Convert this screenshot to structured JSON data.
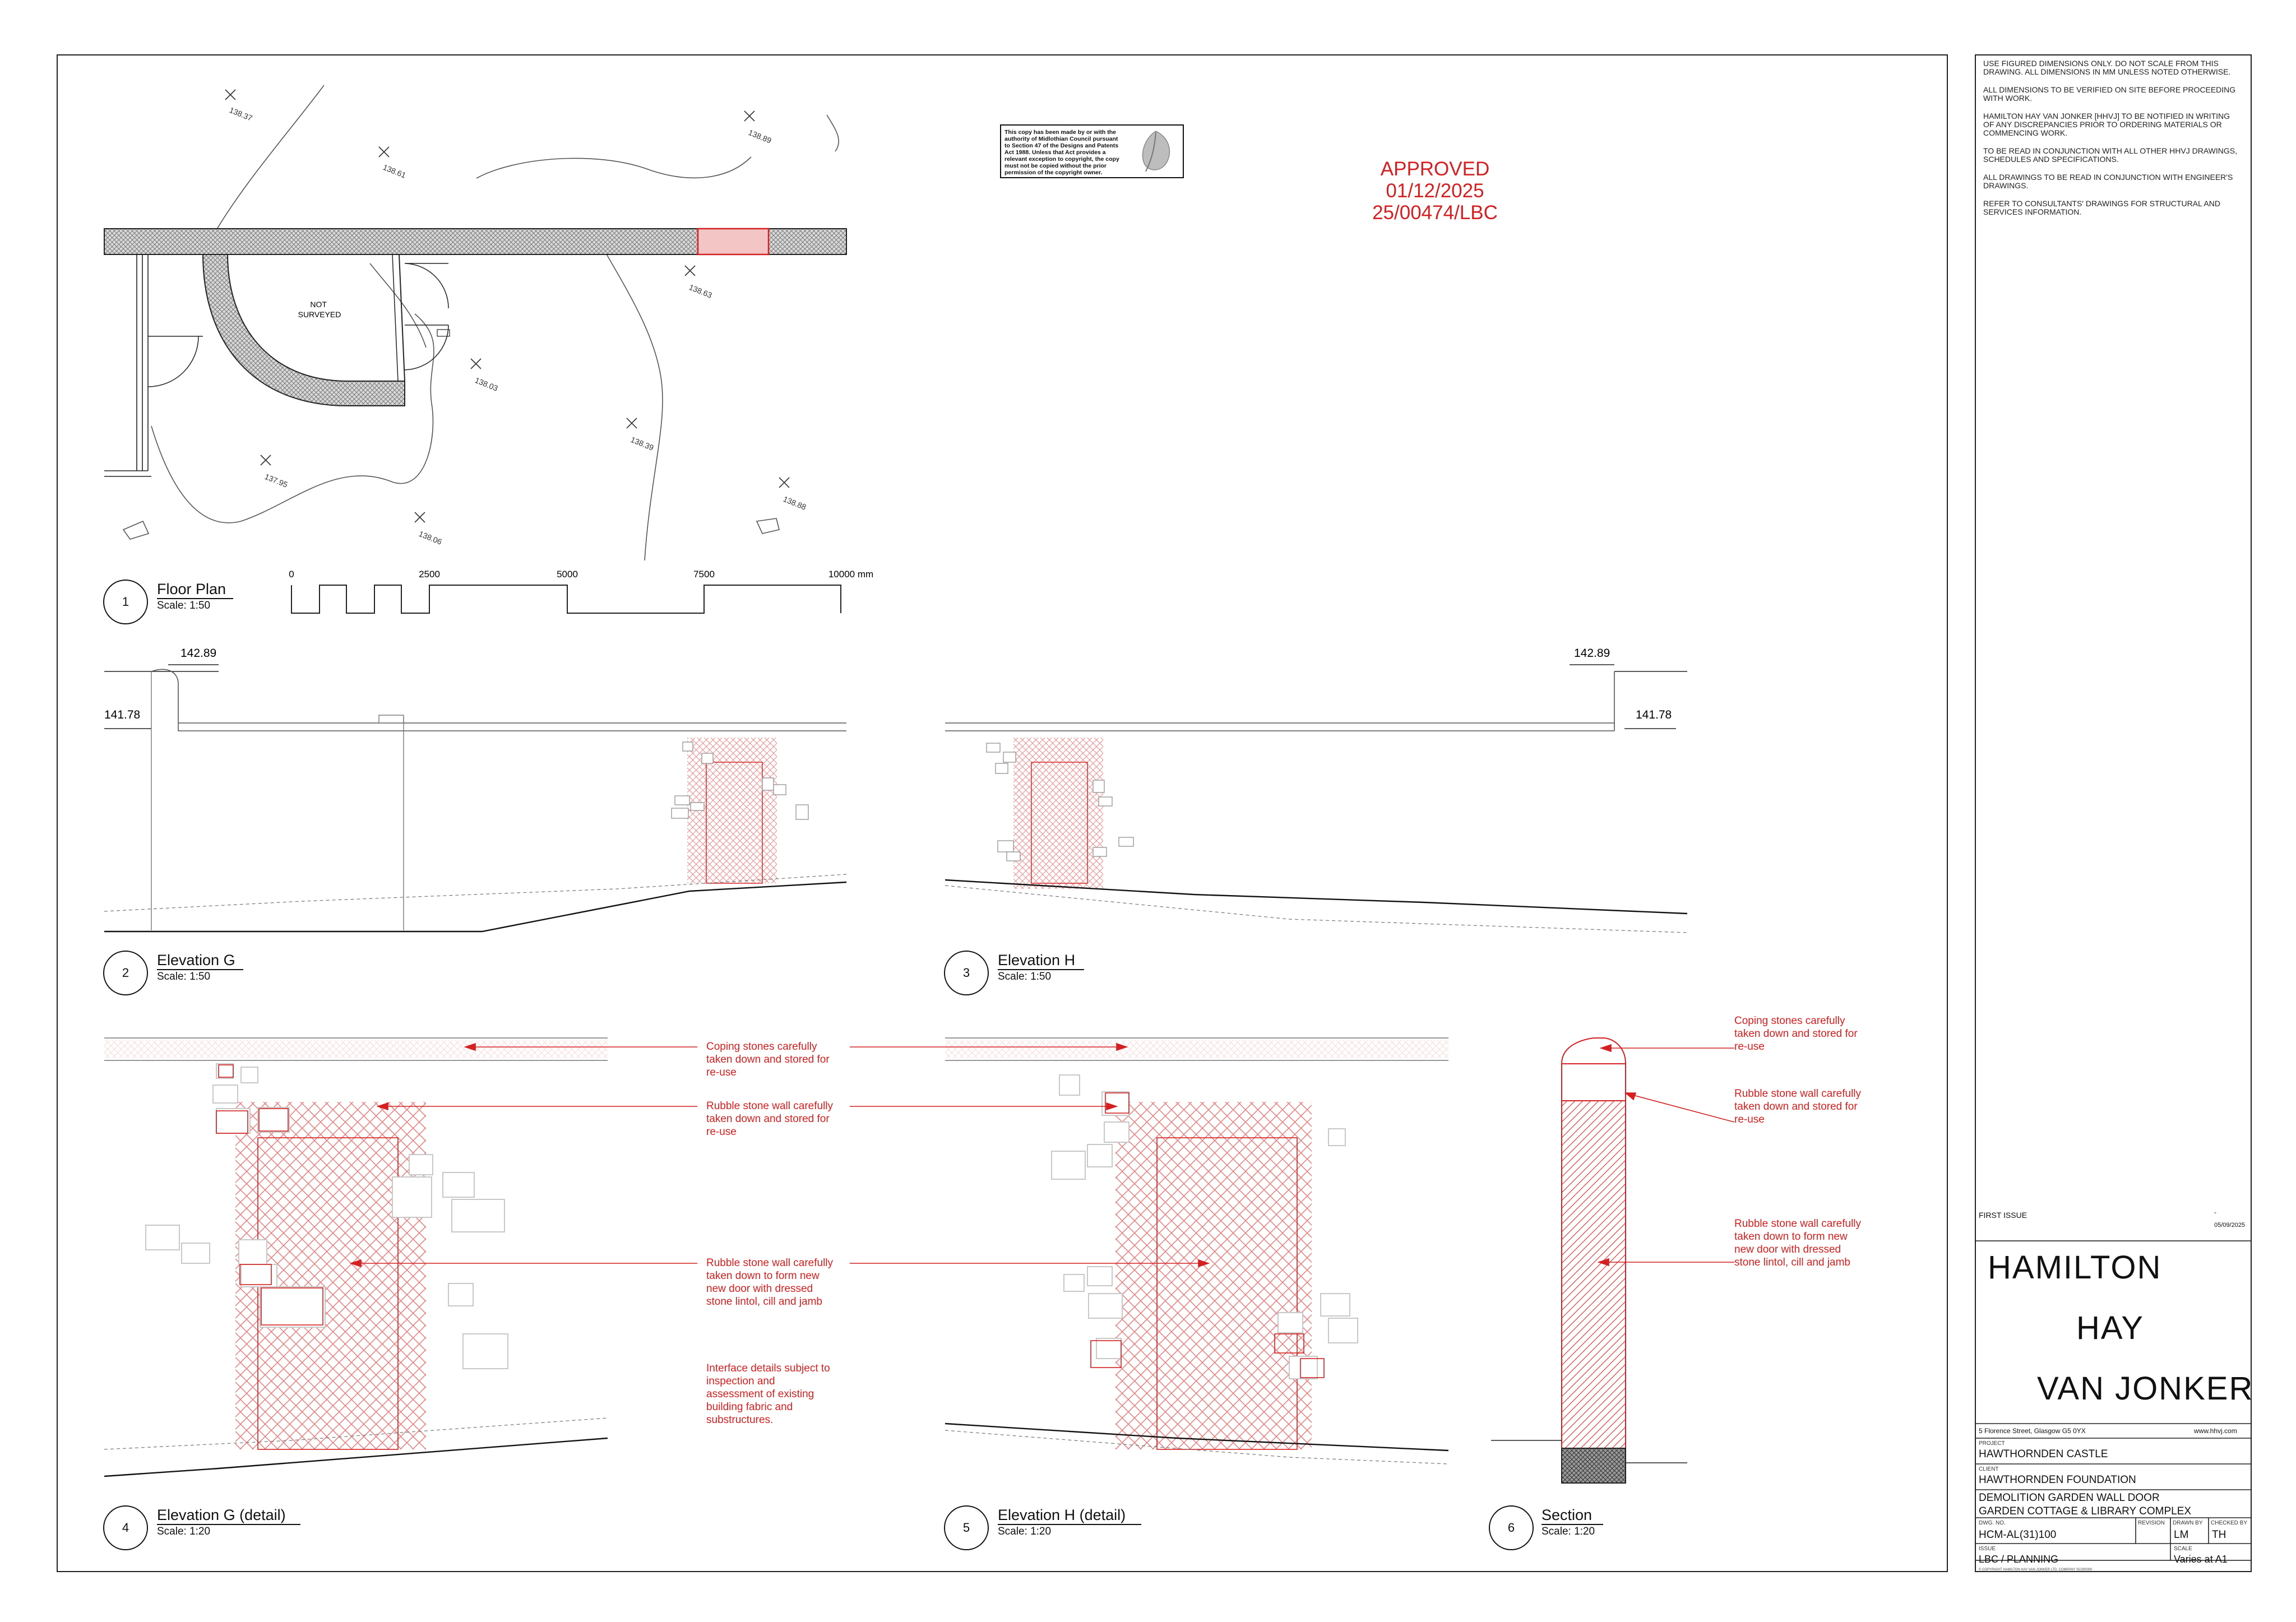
{
  "notes": [
    "USE FIGURED DIMENSIONS ONLY. DO NOT SCALE FROM THIS DRAWING. ALL DIMENSIONS IN MM UNLESS NOTED OTHERWISE.",
    "ALL DIMENSIONS TO BE VERIFIED ON SITE BEFORE PROCEEDING WITH WORK.",
    "HAMILTON HAY VAN JONKER [HHVJ] TO BE NOTIFIED IN WRITING OF ANY DISCREPANCIES PRIOR TO ORDERING MATERIALS OR COMMENCING WORK.",
    "TO BE READ IN CONJUNCTION WITH ALL OTHER HHVJ DRAWINGS, SCHEDULES AND SPECIFICATIONS.",
    "ALL DRAWINGS TO BE READ IN CONJUNCTION WITH ENGINEER'S DRAWINGS.",
    "REFER TO CONSULTANTS' DRAWINGS FOR STRUCTURAL AND SERVICES INFORMATION."
  ],
  "approval": {
    "line1": "APPROVED",
    "line2": "01/12/2025",
    "line3": "25/00474/LBC",
    "color": "#d42020"
  },
  "copyright_notice": "This copy has been made by or with the authority of Midlothian Council pursuant to Section 47 of the Designs and Patents Act 1988. Unless that Act provides a relevant exception to copyright, the copy must not be copied without the prior permission of the copyright owner.",
  "floor_plan": {
    "not_surveyed": [
      "NOT",
      "SURVEYED"
    ],
    "spot_levels": [
      "138.37",
      "138.61",
      "138.89",
      "138.63",
      "138.03",
      "138.39",
      "137.95",
      "138.06",
      "138.88"
    ]
  },
  "scale_bar": {
    "ticks": [
      "0",
      "2500",
      "5000",
      "7500",
      "10000 mm"
    ]
  },
  "levels": {
    "top": "142.89",
    "mid": "141.78"
  },
  "views": [
    {
      "num": "1",
      "title": "Floor Plan",
      "scale": "Scale: 1:50"
    },
    {
      "num": "2",
      "title": "Elevation G",
      "scale": "Scale: 1:50"
    },
    {
      "num": "3",
      "title": "Elevation H",
      "scale": "Scale: 1:50"
    },
    {
      "num": "4",
      "title": "Elevation G (detail)",
      "scale": "Scale: 1:20"
    },
    {
      "num": "5",
      "title": "Elevation H (detail)",
      "scale": "Scale: 1:20"
    },
    {
      "num": "6",
      "title": "Section",
      "scale": "Scale: 1:20"
    }
  ],
  "callouts": {
    "coping": [
      "Coping stones carefully",
      "taken down and stored for",
      "re-use"
    ],
    "rubble": [
      "Rubble stone wall carefully",
      "taken down and stored for",
      "re-use"
    ],
    "door": [
      "Rubble stone wall carefully",
      "taken down to form new",
      "new door with dressed",
      "stone lintol, cill and jamb"
    ],
    "interface": [
      "Interface details subject to",
      "inspection and",
      "assessment of existing",
      "building fabric and",
      "substructures."
    ]
  },
  "title_block": {
    "first_issue": "FIRST ISSUE",
    "issue_dash": "-",
    "issue_date": "05/09/2025",
    "logo": [
      "HAMILTON",
      "HAY",
      "VAN JONKER"
    ],
    "address": "5 Florence Street, Glasgow G5 0YX",
    "web": "www.hhvj.com",
    "project_label": "PROJECT",
    "project": "HAWTHORNDEN CASTLE",
    "client_label": "CLIENT",
    "client": "HAWTHORNDEN FOUNDATION",
    "title1": "DEMOLITION GARDEN WALL DOOR",
    "title2": "GARDEN COTTAGE & LIBRARY COMPLEX",
    "dwg_label": "DWG. NO.",
    "dwg": "HCM-AL(31)100",
    "revision_label": "REVISION",
    "drawn_label": "DRAWN BY",
    "drawn": "LM",
    "checked_label": "CHECKED BY",
    "checked": "TH",
    "issue_label": "ISSUE",
    "issue": "LBC / PLANNING",
    "scale_label": "SCALE",
    "scale": "Varies at A1",
    "copyright": "© COPYRIGHT HAMILTON HAY VAN JONKER LTD. COMPANY SC000000"
  }
}
